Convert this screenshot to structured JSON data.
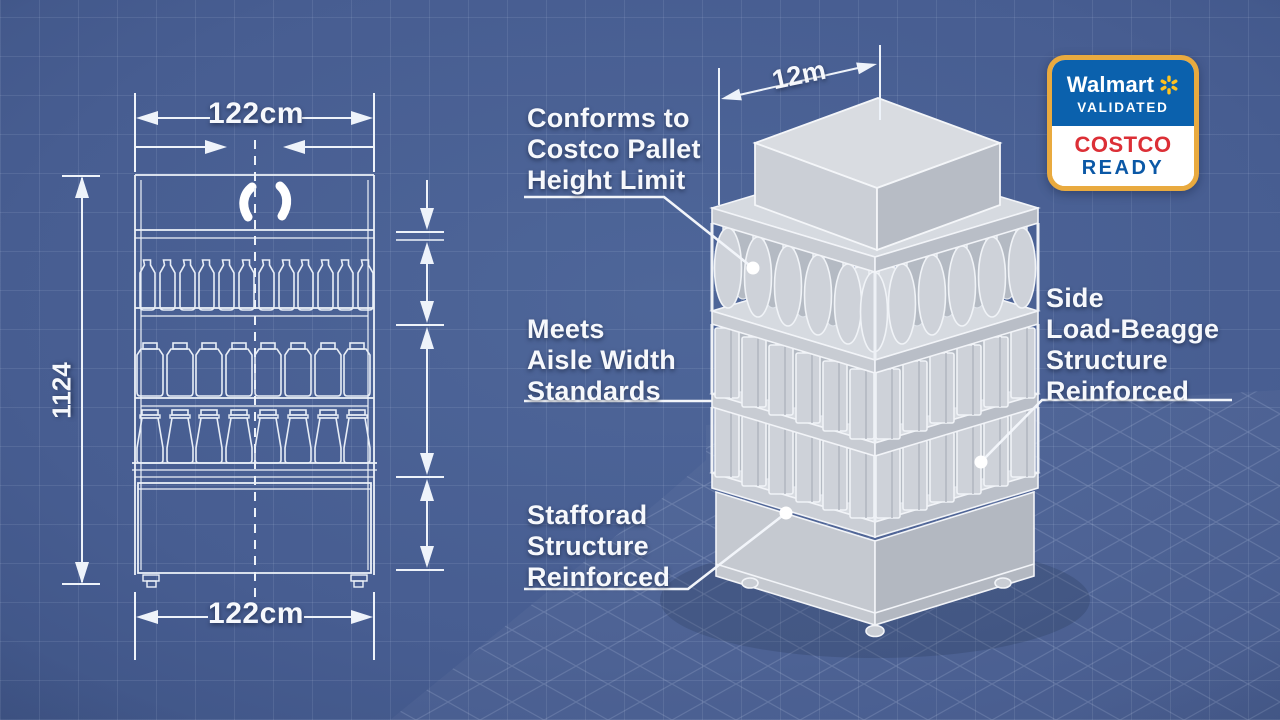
{
  "front_view": {
    "top_width_label": "122cm",
    "bottom_width_label": "122cm",
    "height_label": "1124"
  },
  "iso_view": {
    "width_label": "12m"
  },
  "annotations": {
    "pallet_height": {
      "line1": "Conforms to",
      "line2": "Costco Pallet",
      "line3": "Height Limit"
    },
    "aisle_width": {
      "line1": "Meets",
      "line2": "Aisle Width",
      "line3": "Standards"
    },
    "base_structure": {
      "line1": "Stafforad",
      "line2": "Structure",
      "line3": "Reinforced"
    },
    "side_load": {
      "line1": "Side",
      "line2": "Load-Beagge",
      "line3": "Structure",
      "line4": "Reinforced"
    }
  },
  "badge": {
    "walmart_label": "Walmart",
    "validated_label": "VALIDATED",
    "costco_label": "COSTCO",
    "ready_label": "READY"
  },
  "colors": {
    "background_blue": "#44598b",
    "blueprint_line": "#eef3fa",
    "badge_border_gold": "#e9aa3f",
    "walmart_blue": "#0b61ad",
    "walmart_spark_yellow": "#ffc21f",
    "costco_red": "#dc2f36",
    "costco_blue": "#0b58a6",
    "model_gray": "#ced2d9"
  }
}
